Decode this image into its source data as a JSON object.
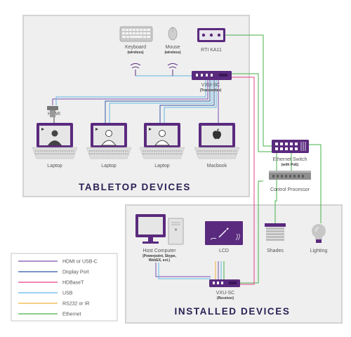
{
  "colors": {
    "purple": "#5a2a7e",
    "panel_bg": "#efefef",
    "panel_border": "#d3d3d3",
    "hdmi": "#7a4fb2",
    "displayport": "#2f56a6",
    "hdbaset": "#e5408a",
    "usb": "#5fb9e3",
    "rs232": "#f2b23b",
    "ethernet": "#44b04a"
  },
  "groups": {
    "tabletop": "TABLETOP DEVICES",
    "installed": "INSTALLED DEVICES"
  },
  "devices": {
    "keyboard": {
      "label": "Keyboard",
      "sub": "(wireless)"
    },
    "mouse": {
      "label": "Mouse",
      "sub": "(wireless)"
    },
    "rti": {
      "label": "RTI KA11"
    },
    "transmitter": {
      "label": "VXU-SC",
      "sub": "(Transmitter)"
    },
    "hdmi_adapter": {
      "label": "HDMI"
    },
    "laptops": [
      "Laptop",
      "Laptop",
      "Laptop"
    ],
    "macbook": {
      "label": "Macbook"
    },
    "switch": {
      "label": "Ethernet Switch",
      "sub": "(with PoE)"
    },
    "control_processor": {
      "label": "Control Processor"
    },
    "host": {
      "label": "Host Computer",
      "sub1": "(Powerpoint, Skype,",
      "sub2": "WebEX, ect.)"
    },
    "lcd": {
      "label": "LCD"
    },
    "receiver": {
      "label": "VXU-SC",
      "sub": "(Receiver)"
    },
    "shades": {
      "label": "Shades"
    },
    "lighting": {
      "label": "Lighting"
    }
  },
  "legend": [
    {
      "label": "HDMI or USB-C",
      "color": "#7a4fb2"
    },
    {
      "label": "Display Port",
      "color": "#2f56a6"
    },
    {
      "label": "HDBaseT",
      "color": "#e5408a"
    },
    {
      "label": "USB",
      "color": "#5fb9e3"
    },
    {
      "label": "RS232 or IR",
      "color": "#f2b23b"
    },
    {
      "label": "Ethernet",
      "color": "#44b04a"
    }
  ]
}
